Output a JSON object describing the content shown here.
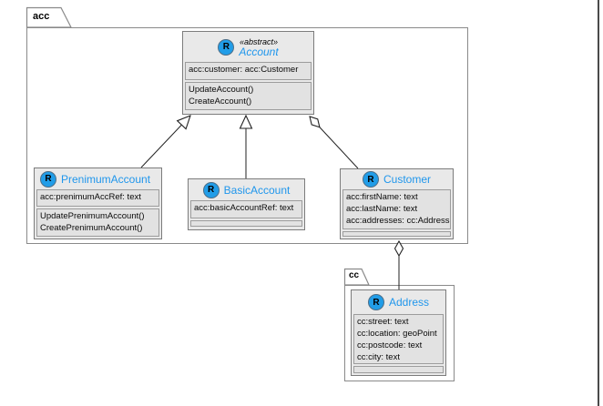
{
  "packages": [
    {
      "label": "acc"
    },
    {
      "label": "cc"
    }
  ],
  "icon": {
    "letter": "R",
    "meaning": "resource-class",
    "fill_color": "#219de8"
  },
  "colors": {
    "class_name_blue": "#1f96ec",
    "box_fill": "#e2e2e2",
    "border_gray": "#8a8a8a"
  },
  "classes": {
    "account": {
      "stereotype": "«abstract»",
      "name": "Account",
      "attributes": [
        "acc:customer: acc:Customer"
      ],
      "methods": [
        "UpdateAccount()",
        "CreateAccount()"
      ]
    },
    "prenimum_account": {
      "name": "PrenimumAccount",
      "attributes": [
        "acc:prenimumAccRef: text"
      ],
      "methods": [
        "UpdatePrenimumAccount()",
        "CreatePrenimumAccount()"
      ]
    },
    "basic_account": {
      "name": "BasicAccount",
      "attributes": [
        "acc:basicAccountRef: text"
      ],
      "methods": []
    },
    "customer": {
      "name": "Customer",
      "attributes": [
        "acc:firstName: text",
        "acc:lastName: text",
        "acc:addresses: cc:Address"
      ],
      "methods": []
    },
    "address": {
      "name": "Address",
      "attributes": [
        "cc:street: text",
        "cc:location: geoPoint",
        "cc:postcode: text",
        "cc:city: text"
      ],
      "methods": []
    }
  },
  "relations": [
    {
      "type": "generalization",
      "from": "PrenimumAccount",
      "to": "Account"
    },
    {
      "type": "generalization",
      "from": "BasicAccount",
      "to": "Account"
    },
    {
      "type": "aggregation",
      "whole": "Account",
      "part": "Customer"
    },
    {
      "type": "aggregation",
      "whole": "Customer",
      "part": "Address"
    }
  ]
}
